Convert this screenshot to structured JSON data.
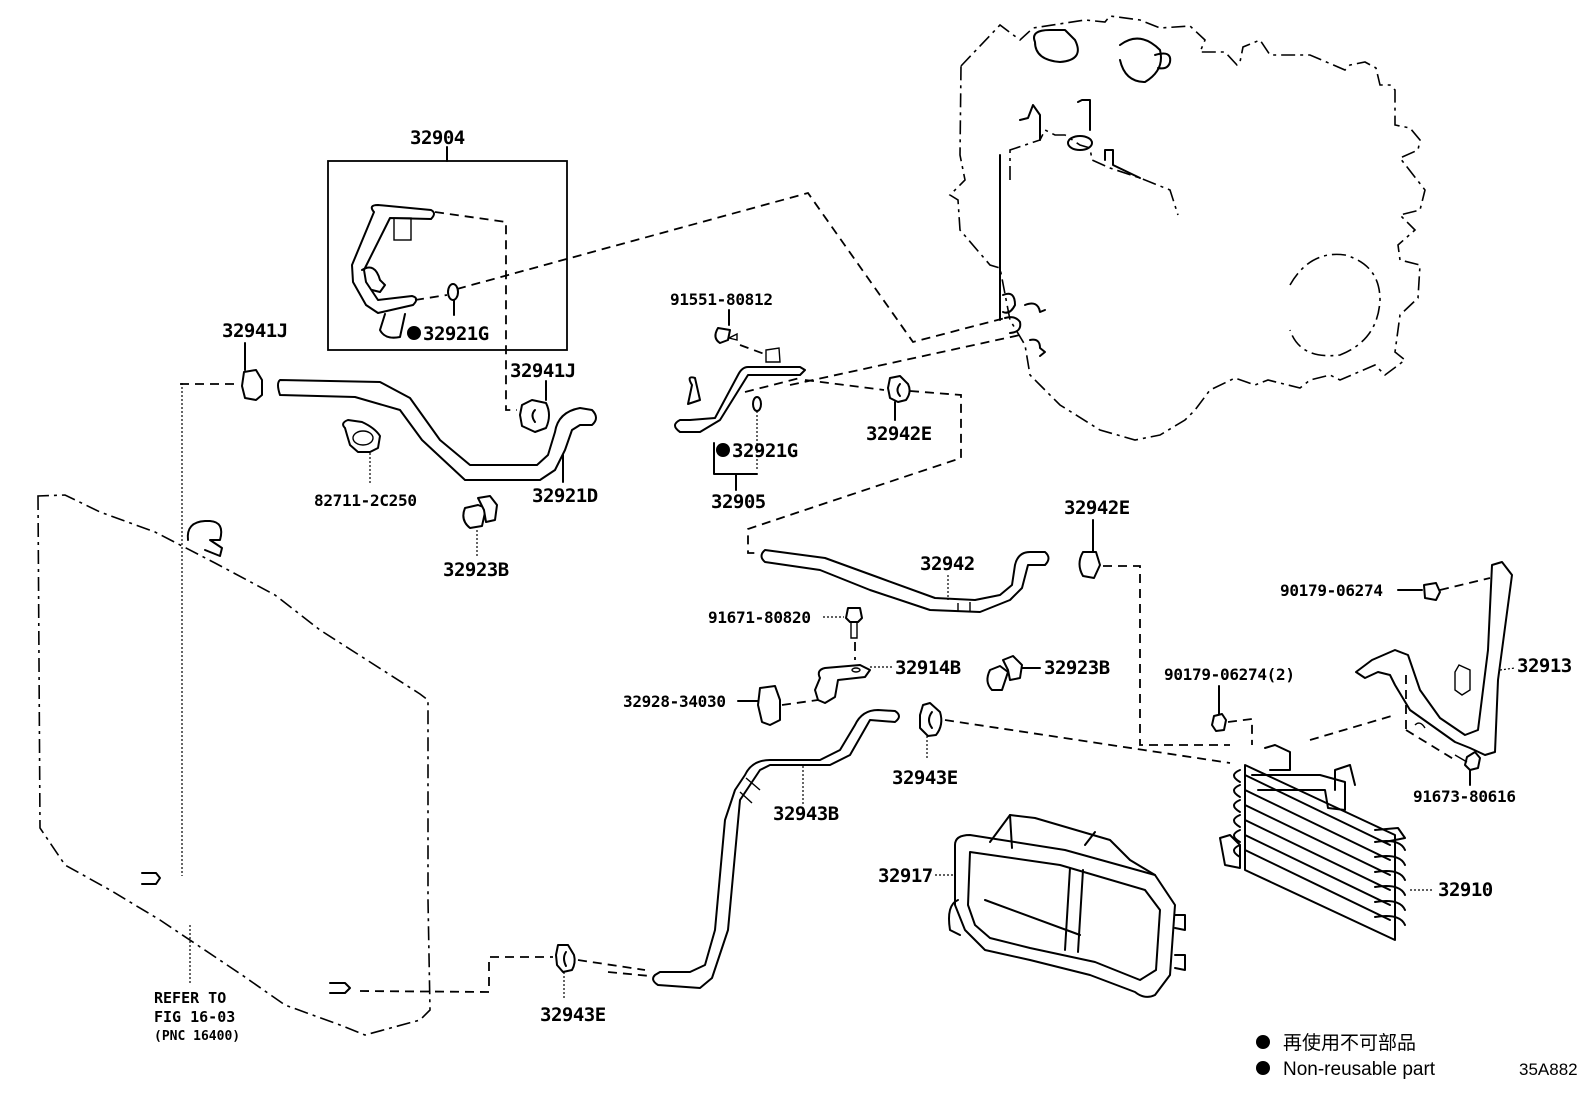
{
  "diagram": {
    "type": "parts-exploded-view",
    "illustration_code": "35A882",
    "parts": [
      {
        "id": "p32904",
        "label": "32904"
      },
      {
        "id": "p32921G_a",
        "label": "32921G",
        "non_reusable": true
      },
      {
        "id": "p32941J_a",
        "label": "32941J"
      },
      {
        "id": "p32941J_b",
        "label": "32941J"
      },
      {
        "id": "p82711",
        "label": "82711-2C250"
      },
      {
        "id": "p32921D",
        "label": "32921D"
      },
      {
        "id": "p32923B_a",
        "label": "32923B"
      },
      {
        "id": "p91551",
        "label": "91551-80812"
      },
      {
        "id": "p32921G_b",
        "label": "32921G",
        "non_reusable": true
      },
      {
        "id": "p32905",
        "label": "32905"
      },
      {
        "id": "p32942E_a",
        "label": "32942E"
      },
      {
        "id": "p32942E_b",
        "label": "32942E"
      },
      {
        "id": "p32942",
        "label": "32942"
      },
      {
        "id": "p91671",
        "label": "91671-80820"
      },
      {
        "id": "p32914B",
        "label": "32914B"
      },
      {
        "id": "p32923B_b",
        "label": "32923B"
      },
      {
        "id": "p32928",
        "label": "32928-34030"
      },
      {
        "id": "p32943E_a",
        "label": "32943E"
      },
      {
        "id": "p32943B",
        "label": "32943B"
      },
      {
        "id": "p32943E_b",
        "label": "32943E"
      },
      {
        "id": "p90179_a",
        "label": "90179-06274"
      },
      {
        "id": "p90179_b",
        "label": "90179-06274(2)"
      },
      {
        "id": "p32913",
        "label": "32913"
      },
      {
        "id": "p91673",
        "label": "91673-80616"
      },
      {
        "id": "p32917",
        "label": "32917"
      },
      {
        "id": "p32910",
        "label": "32910"
      }
    ],
    "reference_note": {
      "line1": "REFER TO",
      "line2": "FIG 16-03",
      "line3": "(PNC 16400)"
    },
    "legend": [
      {
        "symbol": "●",
        "text": "再使用不可部品"
      },
      {
        "symbol": "●",
        "text": "Non-reusable part"
      }
    ]
  }
}
